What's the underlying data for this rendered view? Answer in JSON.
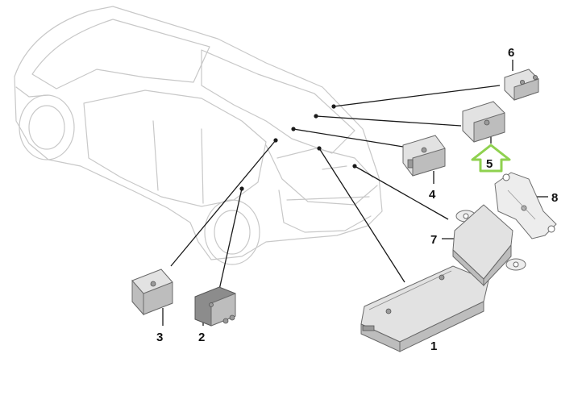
{
  "callouts": {
    "c1": "1",
    "c2": "2",
    "c3": "3",
    "c4": "4",
    "c5": "5",
    "c6": "6",
    "c7": "7",
    "c8": "8"
  },
  "colors": {
    "highlight_arrow": "#8fd14f",
    "car_outline": "#c8c8c8",
    "leader": "#1a1a1a"
  }
}
